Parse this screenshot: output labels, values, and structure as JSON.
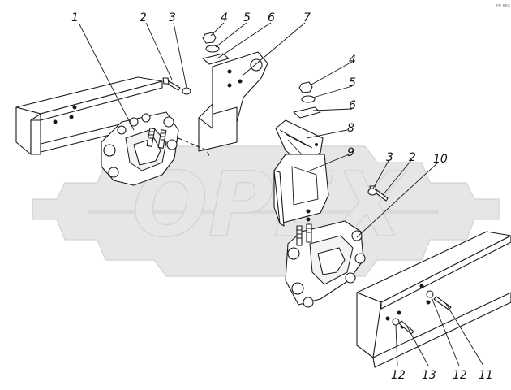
{
  "diagram": {
    "watermark_text": "ОРЕХ",
    "corner_mark": "FP-666",
    "callouts": [
      {
        "id": "c1",
        "label": "1"
      },
      {
        "id": "c2a",
        "label": "2"
      },
      {
        "id": "c3a",
        "label": "3"
      },
      {
        "id": "c4a",
        "label": "4"
      },
      {
        "id": "c5a",
        "label": "5"
      },
      {
        "id": "c6a",
        "label": "6"
      },
      {
        "id": "c7",
        "label": "7"
      },
      {
        "id": "c4b",
        "label": "4"
      },
      {
        "id": "c5b",
        "label": "5"
      },
      {
        "id": "c6b",
        "label": "6"
      },
      {
        "id": "c8",
        "label": "8"
      },
      {
        "id": "c9",
        "label": "9"
      },
      {
        "id": "c3b",
        "label": "3"
      },
      {
        "id": "c2b",
        "label": "2"
      },
      {
        "id": "c10",
        "label": "10"
      },
      {
        "id": "c12a",
        "label": "12"
      },
      {
        "id": "c13",
        "label": "13"
      },
      {
        "id": "c12b",
        "label": "12"
      },
      {
        "id": "c11",
        "label": "11"
      }
    ]
  }
}
